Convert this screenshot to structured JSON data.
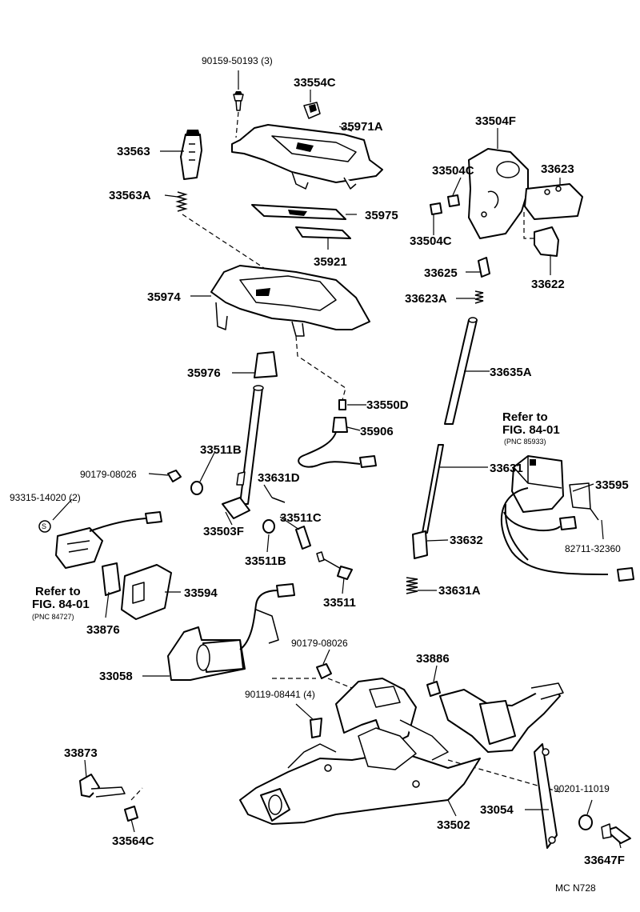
{
  "labels": {
    "p90159_50193": "90159-50193 (3)",
    "p33554C": "33554C",
    "p35971A": "35971A",
    "p33563": "33563",
    "p33563A": "33563A",
    "p35975": "35975",
    "p35921": "35921",
    "p35974": "35974",
    "p35976": "35976",
    "p33504F": "33504F",
    "p33504C_a": "33504C",
    "p33623": "33623",
    "p33504C_b": "33504C",
    "p33625": "33625",
    "p33622": "33622",
    "p33623A": "33623A",
    "p33635A": "33635A",
    "p33550D": "33550D",
    "p35906": "35906",
    "p33511B_a": "33511B",
    "p90179_08026_a": "90179-08026",
    "p33631D": "33631D",
    "p93315_14020": "93315-14020 (2)",
    "p33503F": "33503F",
    "p33511C": "33511C",
    "p33511B_b": "33511B",
    "p33511": "33511",
    "p33594": "33594",
    "p33876": "33876",
    "p33631": "33631",
    "p33632": "33632",
    "p33631A": "33631A",
    "p33595": "33595",
    "p82711_32360": "82711-32360",
    "p33058": "33058",
    "p90179_08026_b": "90179-08026",
    "p33886": "33886",
    "p90119_08441": "90119-08441 (4)",
    "p33873": "33873",
    "p90201_11019": "90201-11019",
    "p33054": "33054",
    "p33502": "33502",
    "p33564C": "33564C",
    "p33647F": "33647F"
  },
  "refs": {
    "left": {
      "line1": "Refer to",
      "line2": "FIG. 84-01",
      "line3": "(PNC 84727)"
    },
    "right": {
      "line1": "Refer to",
      "line2": "FIG. 84-01",
      "line3": "(PNC 85933)"
    }
  },
  "seal_mark": "S",
  "footer_code": "MC N728"
}
